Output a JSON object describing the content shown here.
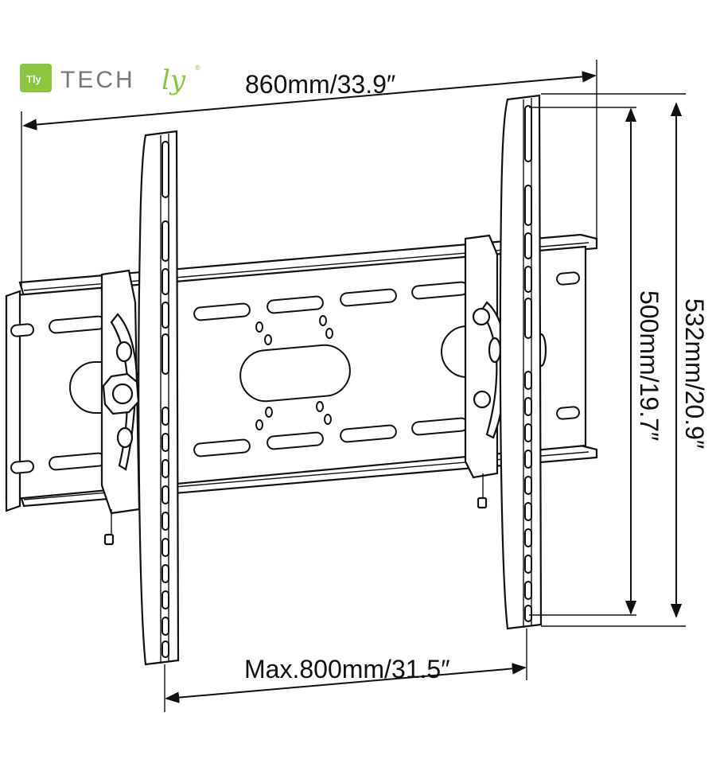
{
  "brand": {
    "logo_box_text": "Tly",
    "name_plain": "TECH",
    "name_accent": "ly",
    "registered_mark": "®",
    "accent_color": "#8cc63f",
    "gray_color": "#7a7a7a"
  },
  "dimensions": {
    "overall_width": "860mm/33.9″",
    "hole_spacing_height": "500mm/19.7″",
    "overall_height": "532mm/20.9″",
    "max_vesa_width": "Max.800mm/31.5″"
  }
}
